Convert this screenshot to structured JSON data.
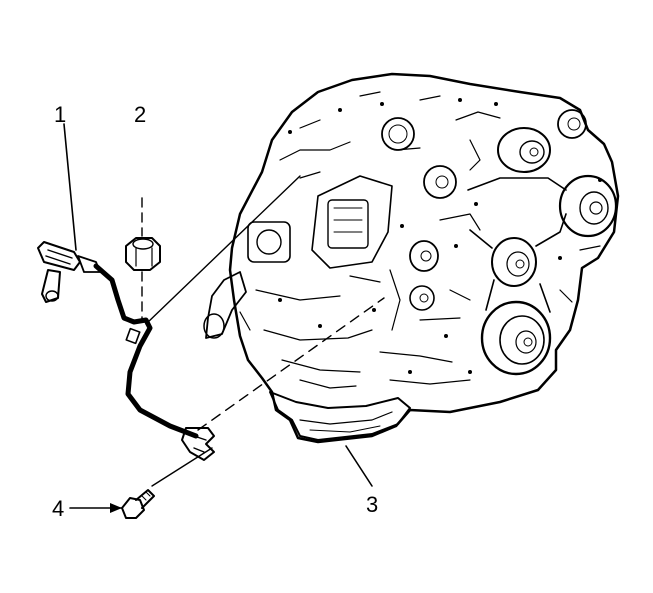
{
  "callouts": [
    {
      "id": "1",
      "label": "1"
    },
    {
      "id": "2",
      "label": "2"
    },
    {
      "id": "3",
      "label": "3"
    },
    {
      "id": "4",
      "label": "4"
    }
  ],
  "colors": {
    "ink": "#000000",
    "background": "#ffffff"
  }
}
